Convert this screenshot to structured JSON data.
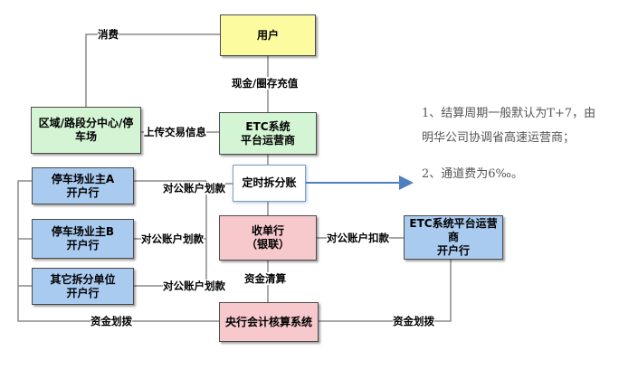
{
  "colors": {
    "yellow": "#fdfba0",
    "green": "#d4f5d4",
    "blue": "#a9cbf0",
    "pink": "#f7c8cc",
    "line": "#8a8a8a",
    "arrow": "#4f7fbd"
  },
  "nodes": {
    "user": "用户",
    "etc_platform": "ETC系统\n平台运营商",
    "region_center": "区域/路段分中心/停\n车场",
    "split": "定时拆分账",
    "acquirer": "收单行\n（银联）",
    "etc_bank": "ETC系统平台运营商\n开户行",
    "owner_a": "停车场业主A\n开户行",
    "owner_b": "停车场业主B\n开户行",
    "other_units": "其它拆分单位\n开户行",
    "central_bank": "央行会计核算系统"
  },
  "labels": {
    "consume": "消费",
    "cash_topup": "现金/圈存充值",
    "upload_tx": "上传交易信息",
    "transfer_a": "对公账户划款",
    "transfer_b": "对公账户划款",
    "transfer_other": "对公账户划款",
    "deduct": "对公账户扣款",
    "clearing": "资金清算",
    "fund_left": "资金划拨",
    "fund_right": "资金划拨"
  },
  "notes": {
    "line1": "1、结算周期一般默认为T+7，由",
    "line2": "明华公司协调省高速运营商；",
    "line3": "2、通道费为6‰。"
  }
}
